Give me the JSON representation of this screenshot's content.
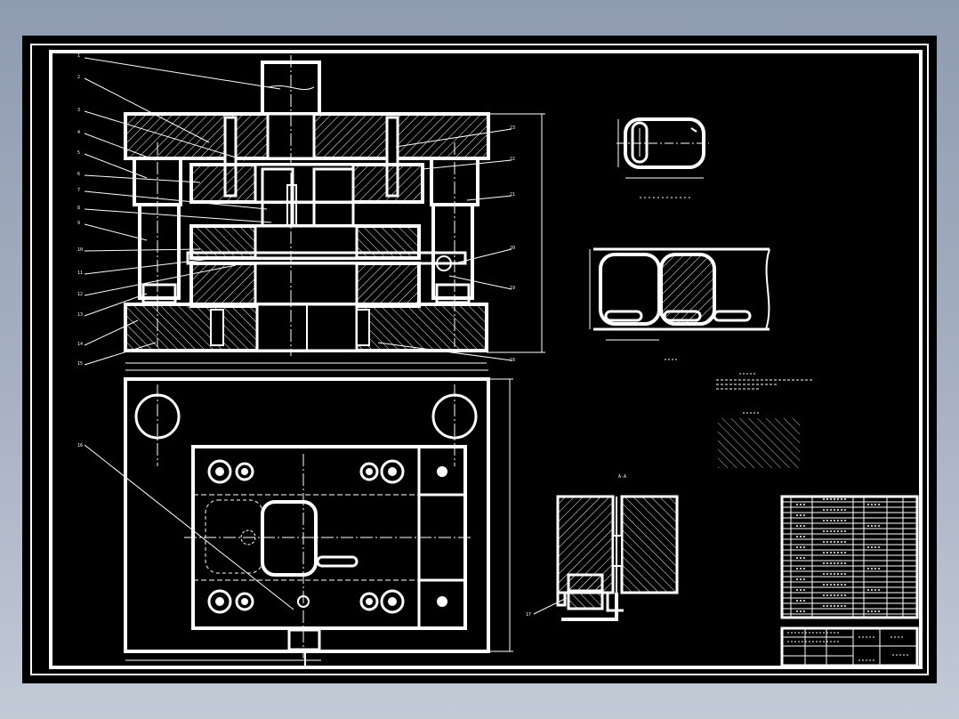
{
  "colors": {
    "background": "#000000",
    "stroke": "#ffffff",
    "frame": "#8f9bb0"
  },
  "drawing": {
    "part_numbers_left": [
      "1",
      "2",
      "3",
      "4",
      "5",
      "6",
      "7",
      "8",
      "9",
      "10",
      "11",
      "12",
      "13",
      "14",
      "15"
    ],
    "part_numbers_right": [
      "23",
      "22",
      "21",
      "20",
      "19",
      "18"
    ],
    "part_number_plan_view": "16",
    "part_number_detail": "17",
    "section_label": "A-A"
  }
}
